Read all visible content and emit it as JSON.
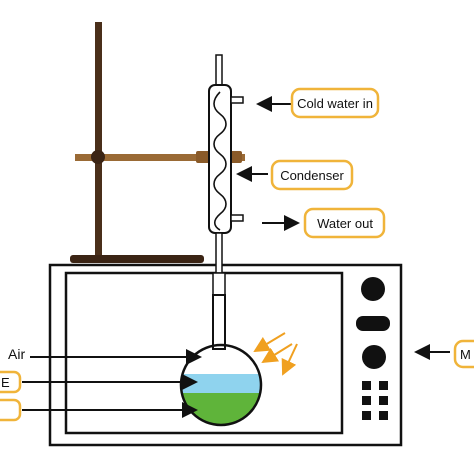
{
  "labels": {
    "cold_water_in": "Cold water in",
    "condenser": "Condenser",
    "water_out": "Water out",
    "air": "Air",
    "left_box_1": "E",
    "left_box_2": "",
    "right_box": "M"
  },
  "colors": {
    "stand": "#4a2f1a",
    "clamp": "#9a6a35",
    "box_border": "#f0b43a",
    "water_layer": "#8fd3ee",
    "bottom_layer": "#5fb43a",
    "microwave_wave": "#f0a020",
    "outline": "#111111"
  },
  "icons": [
    "retort-stand-icon",
    "condenser-icon",
    "round-bottom-flask-icon",
    "microwave-oven-icon",
    "arrow-icon"
  ]
}
